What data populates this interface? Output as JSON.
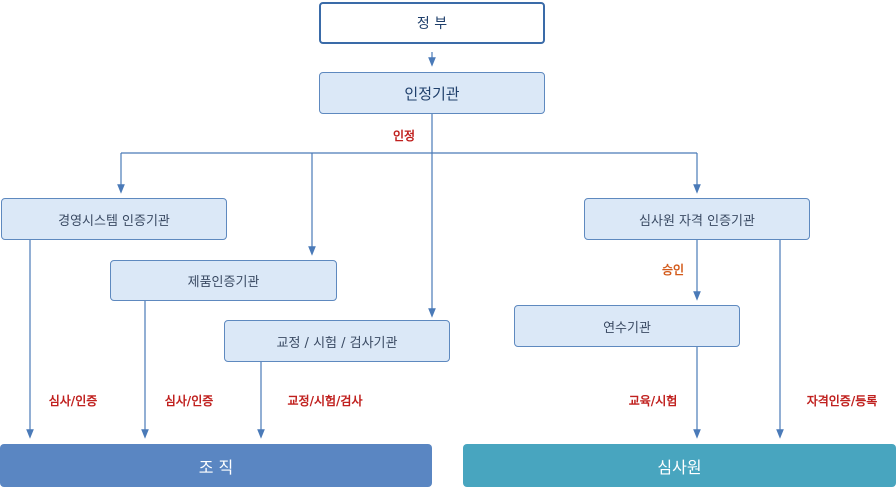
{
  "nodes": {
    "government": "정 부",
    "accreditation_body": "인정기관",
    "mgmt_system_cert": "경영시스템 인증기관",
    "product_cert": "제품인증기관",
    "calib_test_inspect": "교정 / 시험 / 검사기관",
    "auditor_cert": "심사원 자격 인증기관",
    "training": "연수기관"
  },
  "bottom": {
    "organization": "조 직",
    "auditor": "심사원"
  },
  "edge_labels": {
    "accreditation": "인정",
    "approval": "승인",
    "audit_cert_1": "심사/인증",
    "audit_cert_2": "심사/인증",
    "calib_test_inspect": "교정/시험/검사",
    "edu_test": "교육/시험",
    "qual_cert_reg": "자격인증/등록"
  },
  "colors": {
    "node_fill": "#dbe8f7",
    "node_border": "#5e89bf",
    "line": "#4a7ab8",
    "label_red": "#c0201e",
    "label_orange": "#d35a1a",
    "org_band": "#5a86c2",
    "auditor_band": "#48a5bf"
  }
}
